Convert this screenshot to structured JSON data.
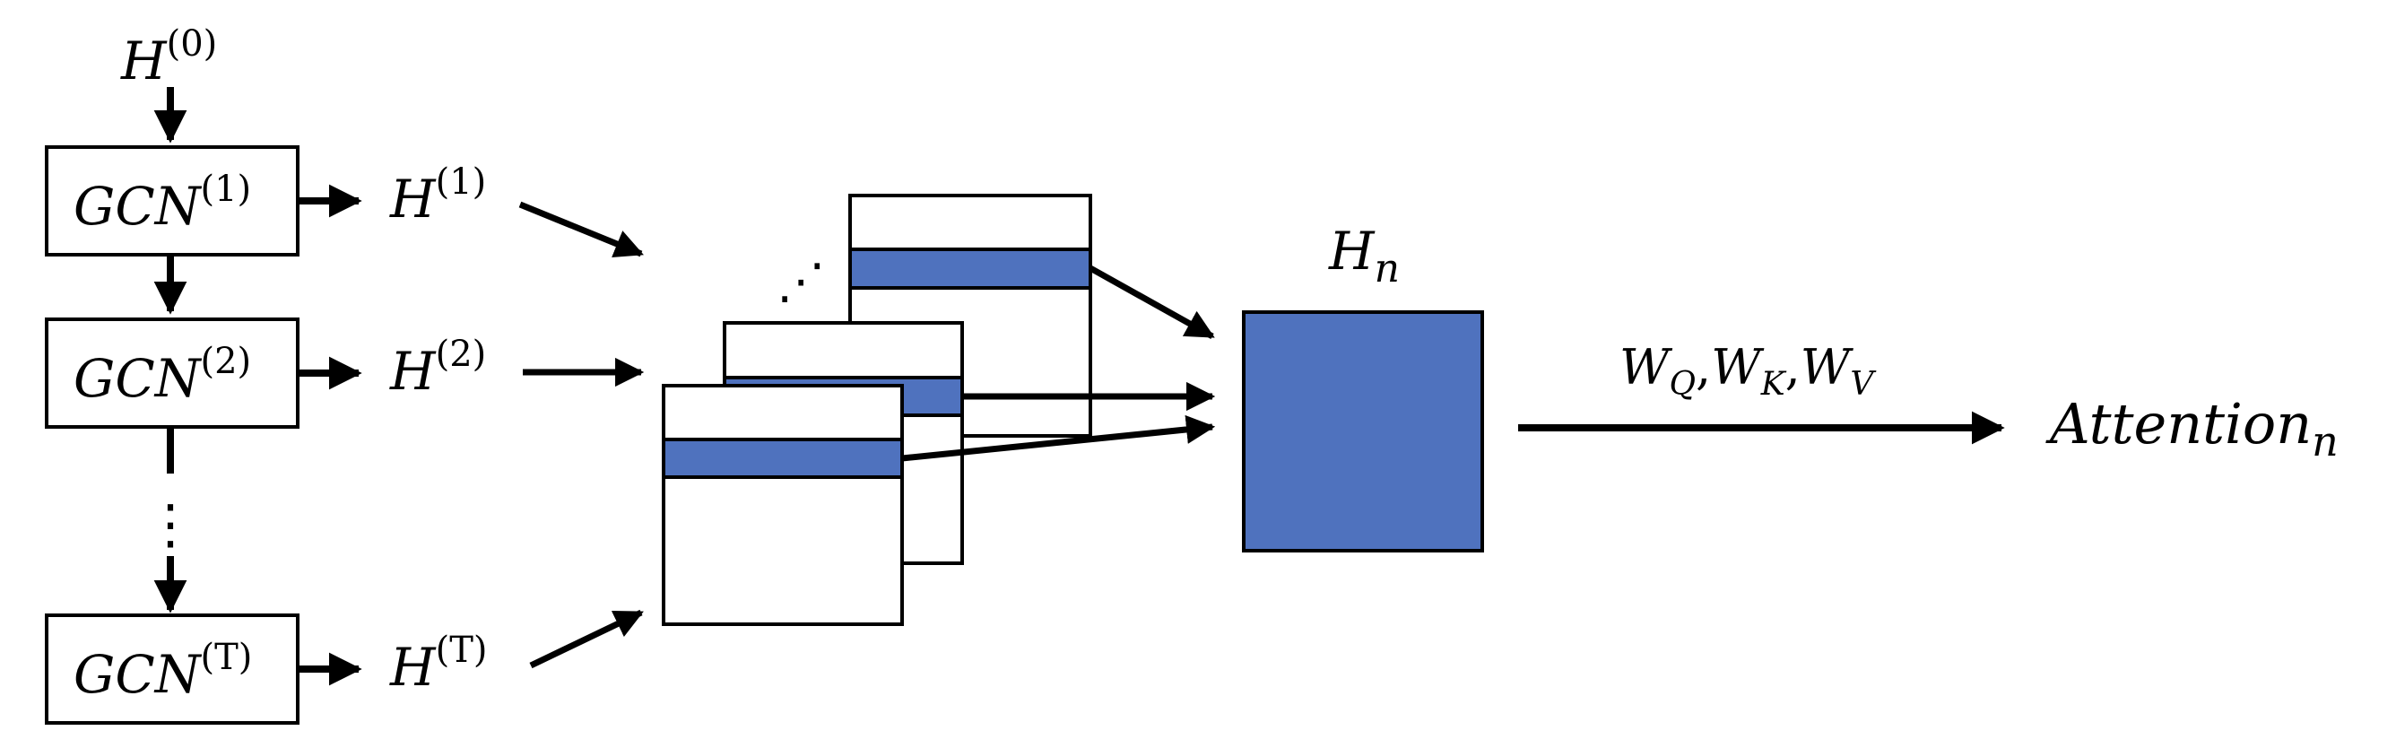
{
  "input": {
    "base": "H",
    "sup": "(0)"
  },
  "gcn_layers": [
    {
      "base": "GCN",
      "sup": "(1)"
    },
    {
      "base": "GCN",
      "sup": "(2)"
    },
    {
      "base": "GCN",
      "sup": "(T)"
    }
  ],
  "outputs": [
    {
      "base": "H",
      "sup": "(1)"
    },
    {
      "base": "H",
      "sup": "(2)"
    },
    {
      "base": "H",
      "sup": "(T)"
    }
  ],
  "vertical_ellipsis": "⋮",
  "diagonal_ellipsis": "⋰",
  "node_matrix": {
    "base": "H",
    "sub": "n"
  },
  "projection": [
    {
      "base": "W",
      "sub": "Q"
    },
    {
      "base": "W",
      "sub": "K"
    },
    {
      "base": "W",
      "sub": "V"
    }
  ],
  "projection_separator": ",",
  "result": {
    "base": "Attention",
    "sub": "n"
  },
  "colors": {
    "fill": "#4f72be",
    "stroke": "#000000"
  }
}
